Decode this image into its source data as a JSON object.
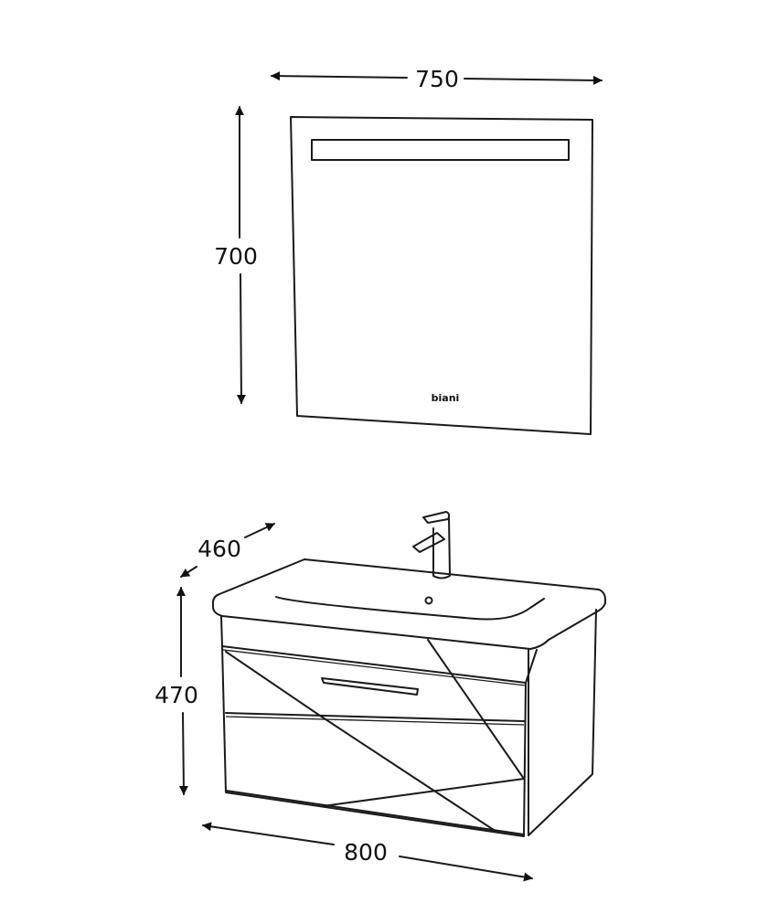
{
  "dimensions": {
    "mirror_width": "750",
    "mirror_height": "700",
    "cabinet_depth": "460",
    "cabinet_height": "470",
    "cabinet_width": "800"
  },
  "mirror": {
    "logo": "biani"
  },
  "colors": {
    "line": "#1a1a1a",
    "background": "#ffffff"
  }
}
